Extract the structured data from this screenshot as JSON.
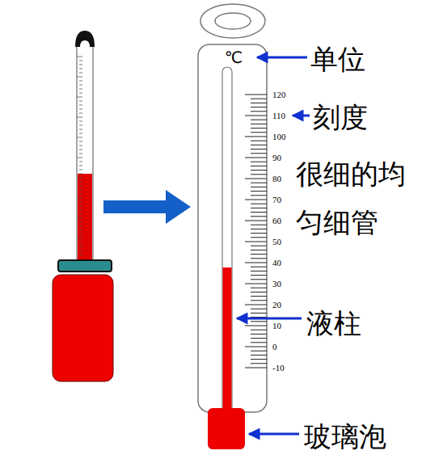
{
  "diagram": {
    "labels": [
      "℃",
      "单位",
      "120",
      "110",
      "100",
      "90",
      "80",
      "70",
      "60",
      "50",
      "40",
      "30",
      "20",
      "10",
      "0",
      "-10",
      "刻度",
      "很细的均匀细管",
      "液柱",
      "玻璃泡"
    ]
  }
}
